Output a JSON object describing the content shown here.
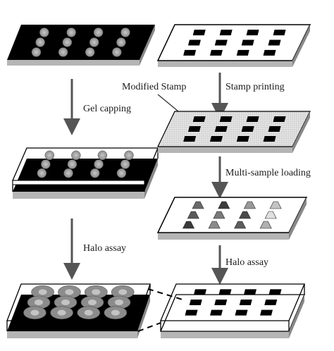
{
  "labels": {
    "gel_capping": "Gel capping",
    "modified_stamp": "Modified Stamp",
    "stamp_printing": "Stamp printing",
    "multi_sample_loading": "Multi-sample loading",
    "halo_assay_left": "Halo assay",
    "halo_assay_right": "Halo assay"
  },
  "colors": {
    "black": "#000000",
    "gray_base": "#b5b5b5",
    "light_gray": "#cfcfcf",
    "dot_gray": "#9a9a9a",
    "halo_gray": "#8c8c8c",
    "arrow_gray": "#555555"
  },
  "panels": {
    "left_1": "black plate with 12 gray sample spots",
    "left_2": "gel-capped plate with 12 gray spots",
    "left_3": "gel-capped plate with 12 halos around spots",
    "right_1": "white plate with 12 black stamp squares",
    "right_2": "dotted modified stamp with 12 black squares",
    "right_3": "plate with 12 loaded mixed samples",
    "right_4": "gel-capped plate with 12 black squares"
  }
}
